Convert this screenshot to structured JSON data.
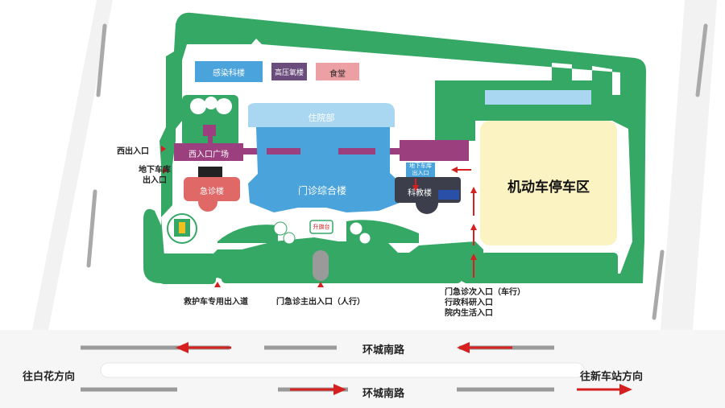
{
  "colors": {
    "green": "#36a866",
    "blue": "#4aa3da",
    "light_blue": "#a9d7f1",
    "purple": "#9b3f7f",
    "dark_purple": "#6b4d7d",
    "red": "#e06968",
    "pink": "#eda0a3",
    "parking": "#fbf4c2",
    "road_gray": "#9a9a9a",
    "arrow_red": "#d62020",
    "dark_gray": "#3c3f4b"
  },
  "buildings": {
    "infection": "感染科楼",
    "oxygen": "高压氧楼",
    "canteen": "食堂",
    "inpatient": "住院部",
    "west_plaza": "西入口广场",
    "emergency": "急诊楼",
    "outpatient": "门诊综合楼",
    "underground_garage_right": "地下车库\n出入口",
    "research": "科教楼",
    "flag": "升旗台",
    "parking": "机动车停车区"
  },
  "labels": {
    "west_entrance": "西出入口",
    "underground_garage_left": "地下车库\n出入口",
    "ambulance": "救护车专用出入道",
    "main_pedestrian": "门急诊主出入口（人行）",
    "vehicle_entrance": "门急诊次入口（车行）\n行政科研入口\n院内生活入口"
  },
  "roads": {
    "upper_name": "环城南路",
    "lower_name": "环城南路",
    "to_left": "往白花方向",
    "to_right": "往新车站方向"
  }
}
